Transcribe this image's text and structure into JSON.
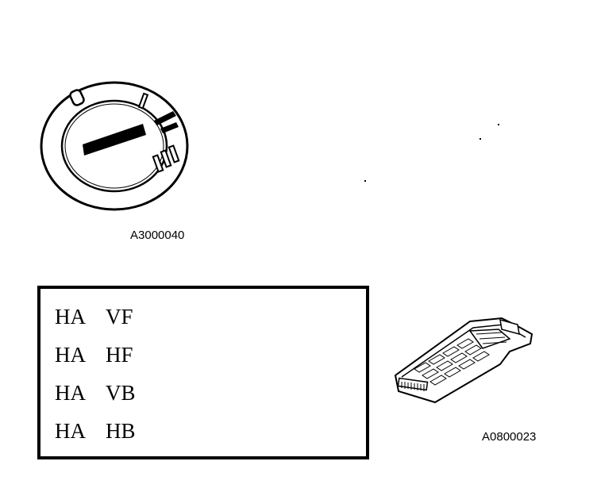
{
  "figures": {
    "ignition": {
      "caption": "A3000040",
      "icon": "ignition-switch-icon"
    },
    "tool": {
      "caption": "A0800023",
      "icon": "diagnostic-tester-icon"
    }
  },
  "code_list": {
    "rows": [
      {
        "a": "HA",
        "b": "VF"
      },
      {
        "a": "HA",
        "b": "HF"
      },
      {
        "a": "HA",
        "b": "VB"
      },
      {
        "a": "HA",
        "b": "HB"
      }
    ]
  }
}
